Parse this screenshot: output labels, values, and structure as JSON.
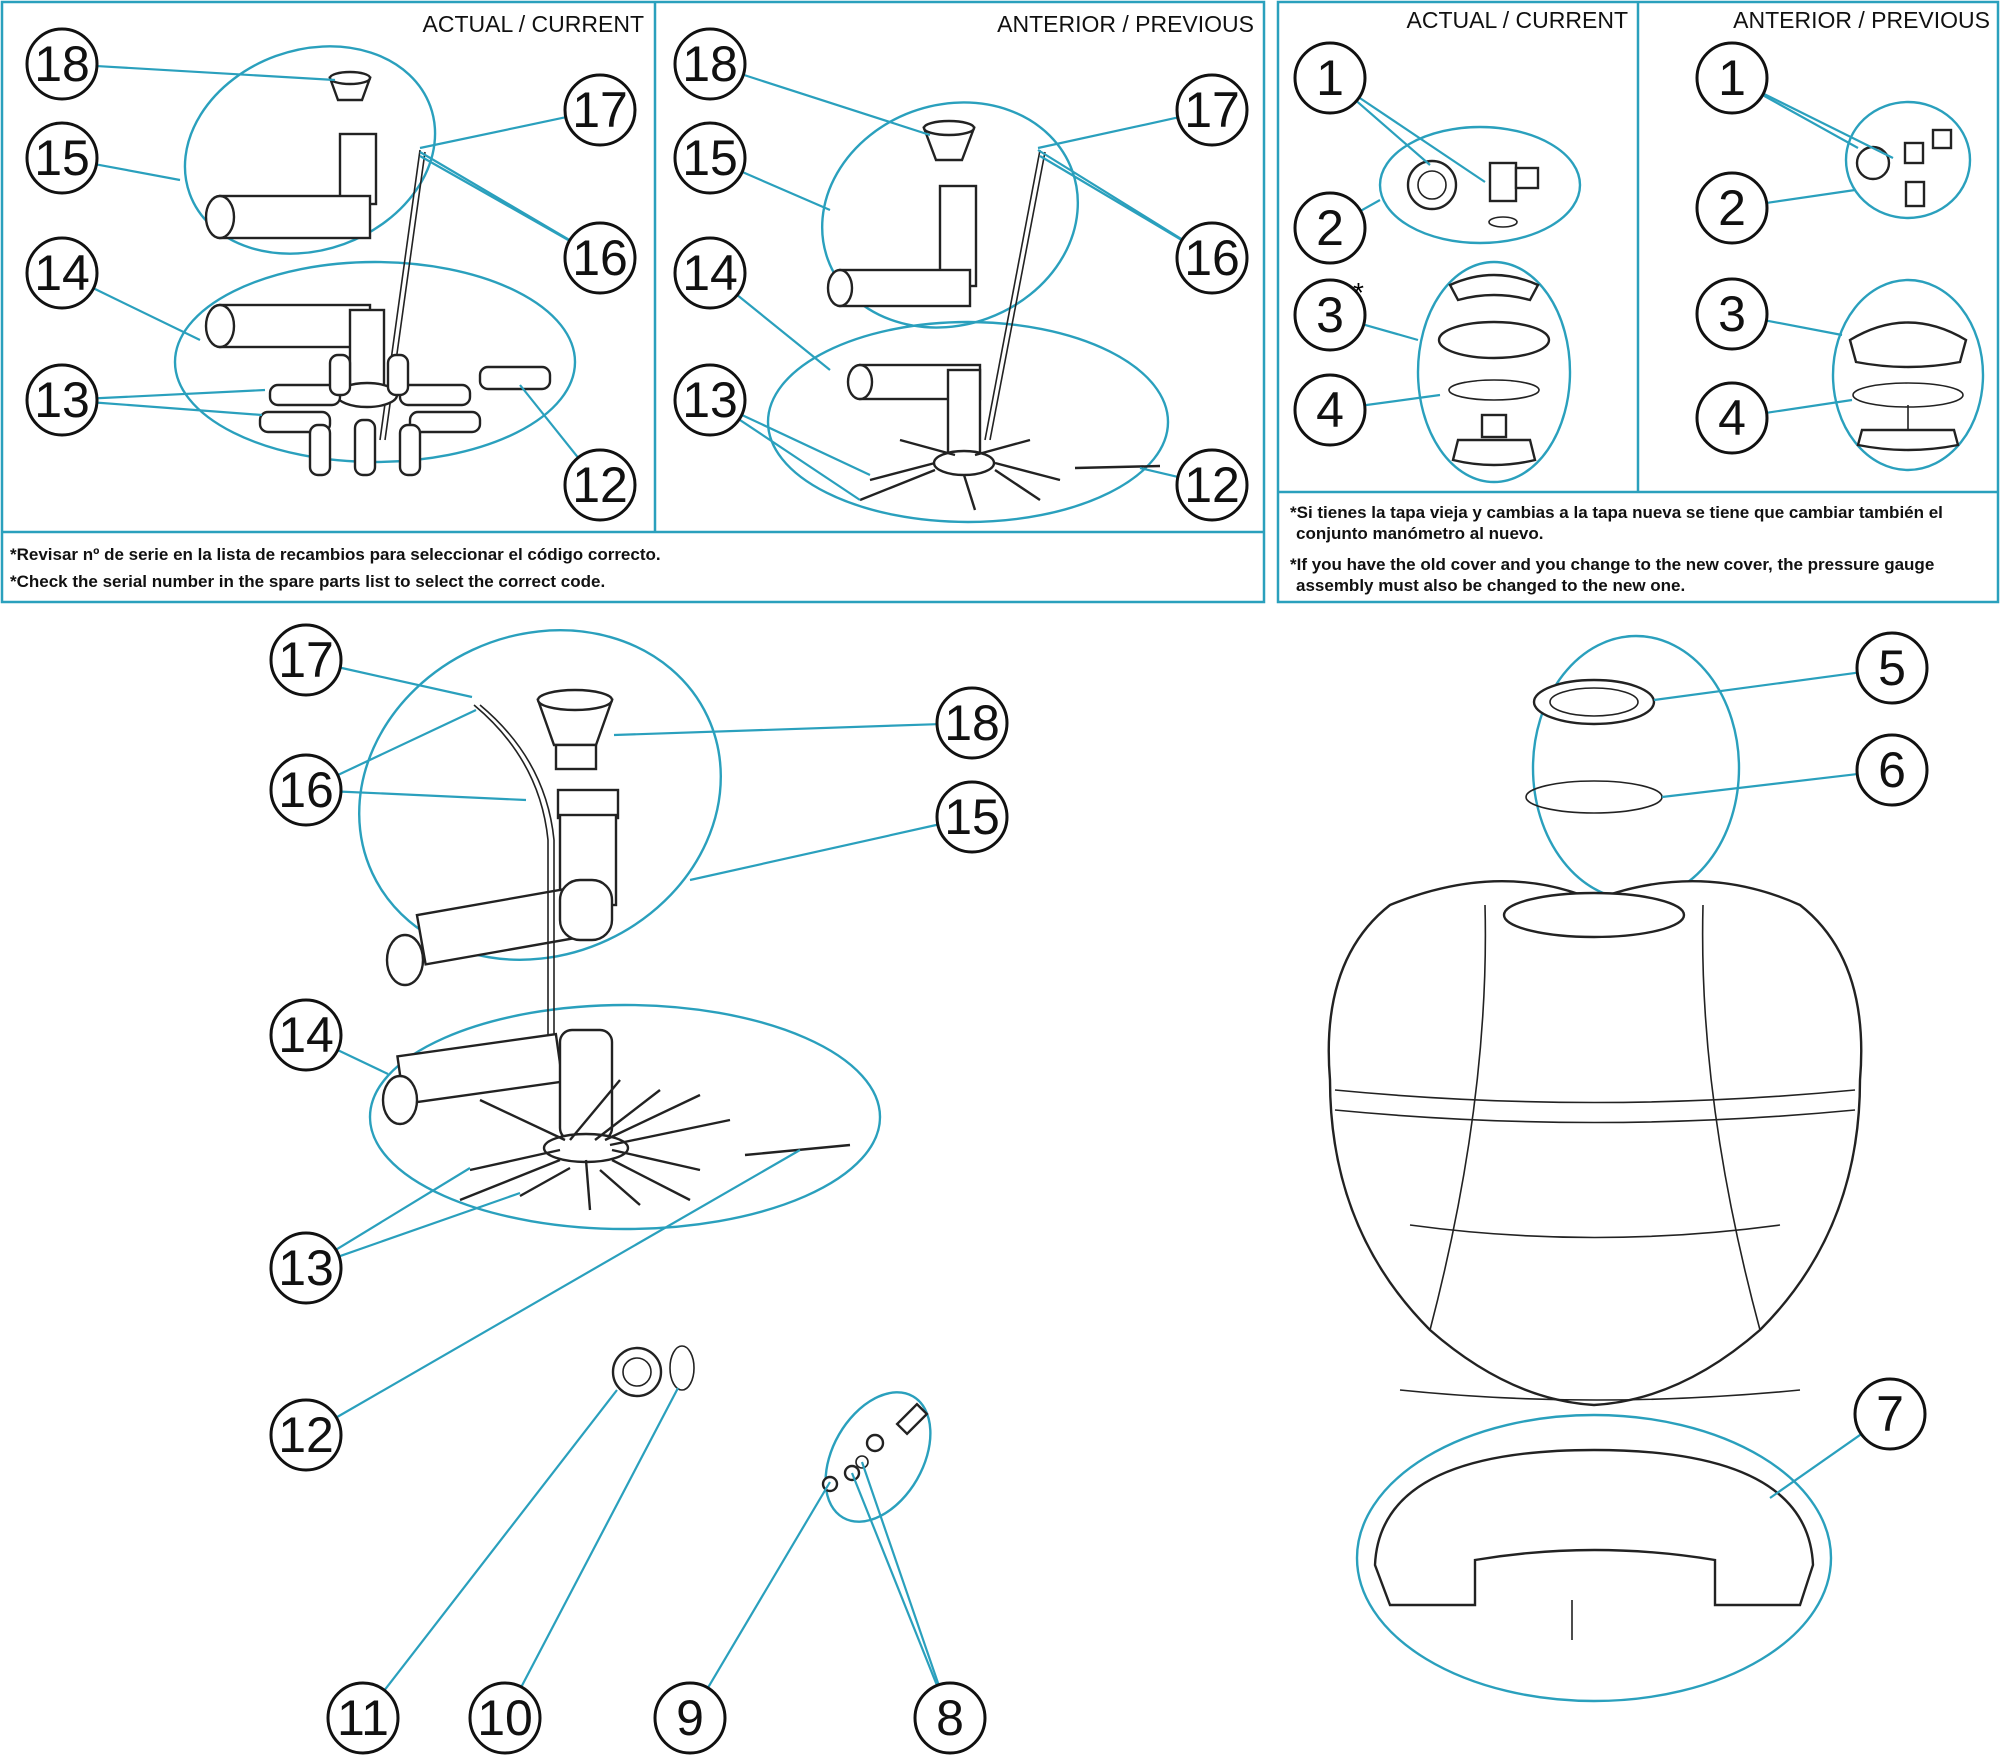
{
  "panels": {
    "top_left": {
      "heading_current": "ACTUAL / CURRENT",
      "heading_previous": "ANTERIOR / PREVIOUS",
      "notes": [
        "*Revisar nº de serie en la lista de recambios para seleccionar el código correcto.",
        "*Check the serial number in the spare parts list to select the correct code."
      ],
      "current_callouts": [
        "18",
        "15",
        "17",
        "16",
        "14",
        "13",
        "12"
      ],
      "previous_callouts": [
        "18",
        "15",
        "17",
        "16",
        "14",
        "13",
        "12"
      ]
    },
    "top_right": {
      "heading_current": "ACTUAL / CURRENT",
      "heading_previous": "ANTERIOR / PREVIOUS",
      "current_callouts": [
        "1",
        "2",
        "3",
        "4"
      ],
      "current_asterisk": "*",
      "previous_callouts": [
        "1",
        "2",
        "3",
        "4"
      ],
      "notes": [
        "*Si tienes la tapa vieja y cambias a la tapa nueva se tiene que cambiar también el",
        "conjunto manómetro al nuevo.",
        "*If you have the old cover and you change to the new cover, the pressure gauge",
        "assembly must also be changed to the new one."
      ]
    }
  },
  "main_callouts": {
    "left_assembly": [
      "17",
      "16",
      "18",
      "15",
      "14",
      "13",
      "12"
    ],
    "union_and_plug": [
      "11",
      "10",
      "9",
      "8"
    ],
    "tank": [
      "5",
      "6",
      "7"
    ]
  },
  "colors": {
    "leader": "#2aa0bd",
    "outline": "#222222",
    "frame": "#2aa0bd"
  }
}
